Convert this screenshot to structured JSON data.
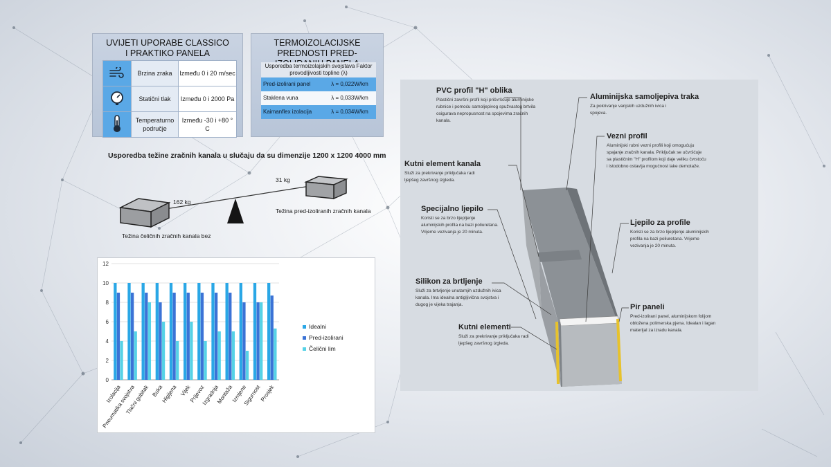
{
  "table1": {
    "title": "UVIJETI UPORABE CLASSICO I PRAKTIKO PANELA",
    "rows": [
      {
        "icon": "wind-icon",
        "label": "Brzina zraka",
        "value": "Između 0 i 20 m/sec"
      },
      {
        "icon": "pressure-gauge-icon",
        "label": "Statični tlak",
        "value": "Između 0 i 2000 Pa"
      },
      {
        "icon": "thermometer-icon",
        "label": "Temperaturno područje",
        "value": "Između -30 i +80 ° C"
      }
    ]
  },
  "table2": {
    "title": "TERMOIZOLACIJSKE PREDNOSTI PRED-IZOLIRANIH PANELA",
    "header": "Usporedba termoizolajskih svojstava Faktor provodljivosti topline (λ)",
    "rows": [
      {
        "material": "Pred-izolirani panel",
        "value": "λ = 0,022W/km"
      },
      {
        "material": "Staklena vuna",
        "value": "λ = 0,033W/km"
      },
      {
        "material": "Kaimanflex izolacija",
        "value": "λ = 0,034W/km"
      }
    ]
  },
  "comparison": {
    "title": "Usporedba težine zračnih kanala u slučaju da su dimenzije 1200 x 1200 4000 mm",
    "steel_weight": "162 kg",
    "steel_label": "Težina čeličnih zračnih kanala bez",
    "pre_weight": "31 kg",
    "pre_label": "Težina pred-izoliranih zračnih kanala"
  },
  "chart_data": {
    "type": "bar",
    "categories": [
      "Izolacija",
      "Pneumatika svojstva",
      "Tlačni gubitak",
      "Buka",
      "Higijena",
      "Vijek",
      "Prijevoz",
      "Izgradnja",
      "Montaža",
      "Izmjene",
      "Sigurnost",
      "Prosjek"
    ],
    "series": [
      {
        "name": "Idealni",
        "values": [
          10,
          10,
          10,
          10,
          10,
          10,
          10,
          10,
          10,
          10,
          10,
          10
        ],
        "color": "#2aa7e6"
      },
      {
        "name": "Pred-izolirani",
        "values": [
          9,
          9,
          9,
          8,
          9,
          9,
          9,
          9,
          9,
          8,
          8,
          8.7
        ],
        "color": "#3b73d6"
      },
      {
        "name": "Čelični lim",
        "values": [
          4,
          5,
          8,
          6,
          4,
          6,
          4,
          5,
          5,
          3,
          8,
          5.3
        ],
        "color": "#56d2e6"
      }
    ],
    "ylim": [
      0,
      12
    ],
    "yticks": [
      "0",
      "2",
      "4",
      "6",
      "8",
      "10",
      "12"
    ],
    "grid": true,
    "legend": "right"
  },
  "diagram": {
    "annotations": [
      {
        "title": "PVC profil \"H\" oblika",
        "desc": "Plastični završni profil koji pričvršćuje aluminijske rubnice i pomoću samoljepivog spužvastog brtvila osigurava nepropusnost na spojevima zračnih kanala."
      },
      {
        "title": "Aluminijska samoljepiva traka",
        "desc": "Za pokrivanje vanjskih uzdužnih ivica i spojeva."
      },
      {
        "title": "Vezni profil",
        "desc": "Aluminijski rubni vezni profili koji omogućuju spajanje zračnih kanala. Priključak se učvršćuje sa plastičnim \"H\" profilom koji daje veliku čvrstoću i istodobno ostavlja mogućnost lake demotaže."
      },
      {
        "title": "Kutni element kanala",
        "desc": "Služi za prekrivanje priključaka radi ljepšeg završnog izgleda."
      },
      {
        "title": "Specijalno ljepilo",
        "desc": "Koristi se za brzo lijepljenje aluminijskih profila na bazi poliuretana. Vrijeme vezivanja je 20 minuta."
      },
      {
        "title": "Ljepilo za profile",
        "desc": "Koristi se za brzo lijepljenje aluminijskih profila na bazi poliuretana. Vrijeme vezivanja je 20 minuta."
      },
      {
        "title": "Silikon za brtljenje",
        "desc": "Služi za brtvljenje unutarnjih uzdužnih ivica kanala. Ima idealna antigljivična svojstva i dugog je vijeka trajanja."
      },
      {
        "title": "Pir paneli",
        "desc": "Pred-izolirani panel, aluminijskom folijom obložena polimerska pjena. Idealan i lagan materijal za izradu kanala."
      },
      {
        "title": "Kutni elementi",
        "desc": "Služi za prekrivanje priključaka radi ljepšeg završnog izgleda."
      }
    ]
  }
}
